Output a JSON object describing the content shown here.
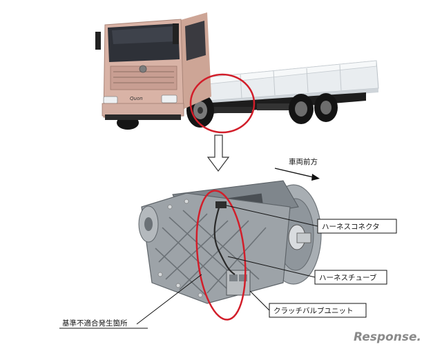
{
  "diagram": {
    "truck_badge": "Quon",
    "direction_label": "車両前方",
    "callouts": [
      {
        "id": "harness-connector",
        "text": "ハーネスコネクタ"
      },
      {
        "id": "harness-tube",
        "text": "ハーネスチューブ"
      },
      {
        "id": "clutch-valve-unit",
        "text": "クラッチバルブユニット"
      }
    ],
    "defect_location_label": "基準不適合発生箇所",
    "watermark": "Response."
  },
  "colors": {
    "highlight_ring": "#d21e2a",
    "cab": "#d9b3a6",
    "chassis": "#1a1a1a",
    "bed": "#e8ecef",
    "transmission": "#9da3a8"
  },
  "icons": [
    "truck-illustration",
    "transmission-illustration",
    "hollow-down-arrow-icon",
    "forward-arrow-icon"
  ]
}
